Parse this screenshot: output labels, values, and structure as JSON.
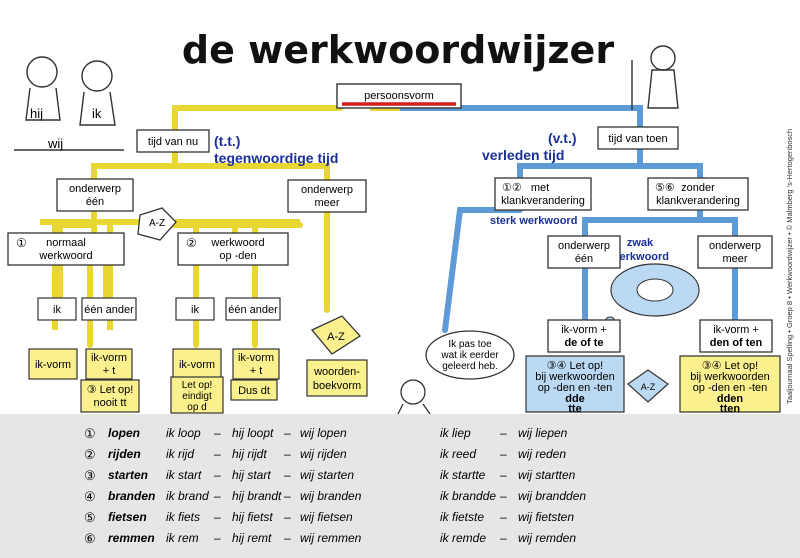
{
  "title": "de werkwoordwijzer",
  "colors": {
    "yellow": "#fbf08e",
    "yellow_line": "#e8d632",
    "blue": "#bcd9f3",
    "blue_line": "#5d9ad6",
    "label_blue": "#1a2f9c",
    "red": "#d21f1f"
  },
  "root": "persoonsvorm",
  "present": {
    "node": "tijd van nu",
    "abbr": "(t.t.)",
    "label": "tegenwoordige tijd",
    "subject_one": [
      "onderwerp",
      "één"
    ],
    "subject_more": [
      "onderwerp",
      "meer"
    ],
    "normal_num": "①",
    "normal": [
      "normaal",
      "werkwoord"
    ],
    "den_num": "②",
    "den": [
      "werkwoord",
      "op -den"
    ],
    "ik_1": "ik",
    "other_1": "één ander",
    "ik_2": "ik",
    "other_2": "één ander",
    "ikvorm": "ik-vorm",
    "ikvorm_t_1": [
      "ik-vorm",
      "+ t"
    ],
    "ikvorm_2": "ik-vorm",
    "ikvorm_t_2": [
      "ik-vorm",
      "+ t"
    ],
    "note_3": [
      "③ Let op!",
      "nooit tt"
    ],
    "note_den": [
      "Let op!",
      "eindigt",
      "op d"
    ],
    "note_dt": "Dus dt",
    "dict": [
      "woorden-",
      "boekvorm"
    ],
    "book": "A-Z"
  },
  "past": {
    "node": "tijd van toen",
    "abbr": "(v.t.)",
    "label": "verleden tijd",
    "strong_num": "①②",
    "strong": [
      "met",
      "klankverandering"
    ],
    "strong_label": "sterk werkwoord",
    "weak_num": "⑤⑥",
    "weak": [
      "zonder",
      "klankverandering"
    ],
    "weak_label": [
      "zwak",
      "werkwoord"
    ],
    "subject_one": [
      "onderwerp",
      "één"
    ],
    "subject_more": [
      "onderwerp",
      "meer"
    ],
    "de_te": [
      "ik-vorm +",
      "de of te"
    ],
    "den_ten": [
      "ik-vorm +",
      "den of ten"
    ],
    "note_dde": [
      "③④  Let op!",
      "bij werkwoorden",
      "op -den en -ten",
      "dde",
      "tte"
    ],
    "note_dden": [
      "③④  Let op!",
      "bij werkwoorden",
      "op -den en -ten",
      "dden",
      "tten"
    ],
    "bubble": [
      "Ik pas toe",
      "wat ik eerder",
      "geleerd heb."
    ],
    "book": "A-Z"
  },
  "kids": [
    "hij",
    "ik",
    "wij"
  ],
  "side_credit": "Taaljournaal Spelling • Groep 8 • Werkwoordwijzer • © Malmberg 's-Hertogenbosch",
  "verbs": [
    {
      "num": "①",
      "verb": "lopen",
      "ik": "ik loop",
      "hij": "hij loopt",
      "wij": "wij lopen",
      "ik_past": "ik liep",
      "wij_past": "wij liepen"
    },
    {
      "num": "②",
      "verb": "rijden",
      "ik": "ik rijd",
      "hij": "hij rijdt",
      "wij": "wij rijden",
      "ik_past": "ik reed",
      "wij_past": "wij reden"
    },
    {
      "num": "③",
      "verb": "starten",
      "ik": "ik start",
      "hij": "hij start",
      "wij": "wij starten",
      "ik_past": "ik startte",
      "wij_past": "wij startten"
    },
    {
      "num": "④",
      "verb": "branden",
      "ik": "ik brand",
      "hij": "hij brandt",
      "wij": "wij branden",
      "ik_past": "ik brandde",
      "wij_past": "wij brandden"
    },
    {
      "num": "⑤",
      "verb": "fietsen",
      "ik": "ik fiets",
      "hij": "hij fietst",
      "wij": "wij fietsen",
      "ik_past": "ik fietste",
      "wij_past": "wij fietsten"
    },
    {
      "num": "⑥",
      "verb": "remmen",
      "ik": "ik rem",
      "hij": "hij remt",
      "wij": "wij remmen",
      "ik_past": "ik remde",
      "wij_past": "wij remden"
    }
  ],
  "dash": "–"
}
